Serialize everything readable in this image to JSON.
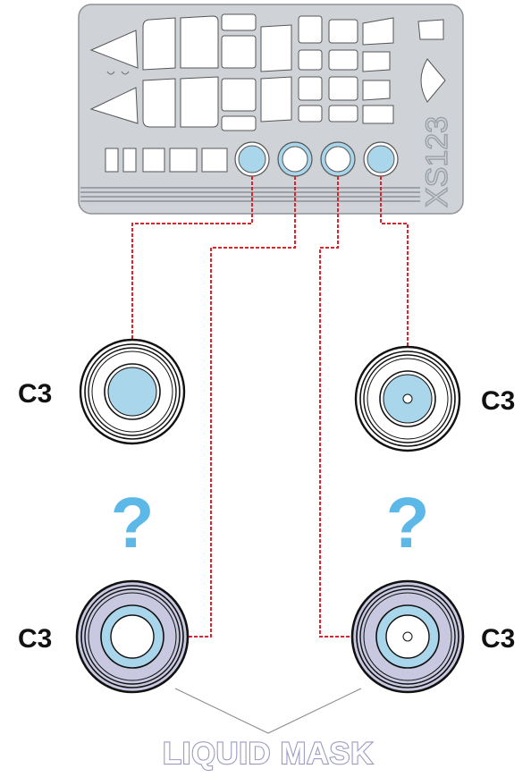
{
  "sheet": {
    "code": "XS123"
  },
  "labels": {
    "top_left_wheel": "C3",
    "top_right_wheel": "C3",
    "bottom_left_wheel": "C3",
    "bottom_right_wheel": "C3"
  },
  "question_marks": {
    "left": "?",
    "right": "?"
  },
  "liquid_mask": {
    "text": "LIQUID MASK"
  },
  "colors": {
    "mask_blue": "#a9d6ea",
    "liquid_mask_fill": "#c8c8e0",
    "leader_line": "#d9242a",
    "question_mark": "#5cb8e6",
    "sheet_grey": "#cfd2d6"
  }
}
